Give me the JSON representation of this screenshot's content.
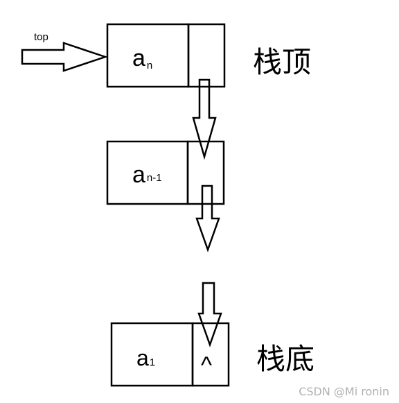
{
  "pointer": {
    "label": "top"
  },
  "nodes": [
    {
      "base": "a",
      "sub": "n"
    },
    {
      "base": "a",
      "sub": "n-1"
    },
    {
      "base": "a",
      "sub": "1",
      "null_mark": "^"
    }
  ],
  "labels": {
    "stack_top": "栈顶",
    "stack_bottom": "栈底"
  },
  "watermark": "CSDN @Mi ronin",
  "colors": {
    "stroke": "#000000",
    "background": "#ffffff",
    "watermark": "#b0b0b0"
  }
}
